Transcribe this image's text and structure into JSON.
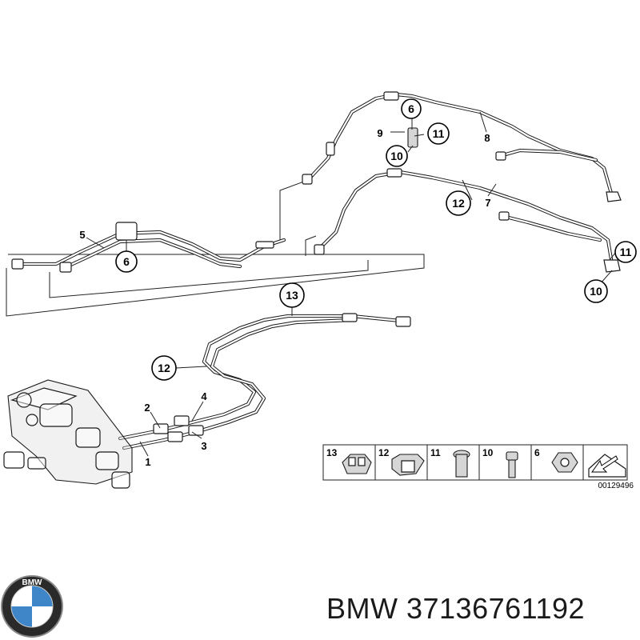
{
  "callouts": {
    "c13": "13",
    "c12a": "12",
    "c12b": "12",
    "c6a": "6",
    "c6b": "6",
    "c11a": "11",
    "c11b": "11",
    "c10a": "10",
    "c10b": "10"
  },
  "labels": {
    "l1": "1",
    "l2": "2",
    "l3": "3",
    "l4": "4",
    "l5": "5",
    "l7": "7",
    "l8": "8",
    "l9": "9"
  },
  "legend": {
    "items": [
      "13",
      "12",
      "11",
      "10",
      "6"
    ]
  },
  "diagram_code": "00129496",
  "logo": {
    "text": "BMW"
  },
  "brand_text": "BMW 37136761192"
}
